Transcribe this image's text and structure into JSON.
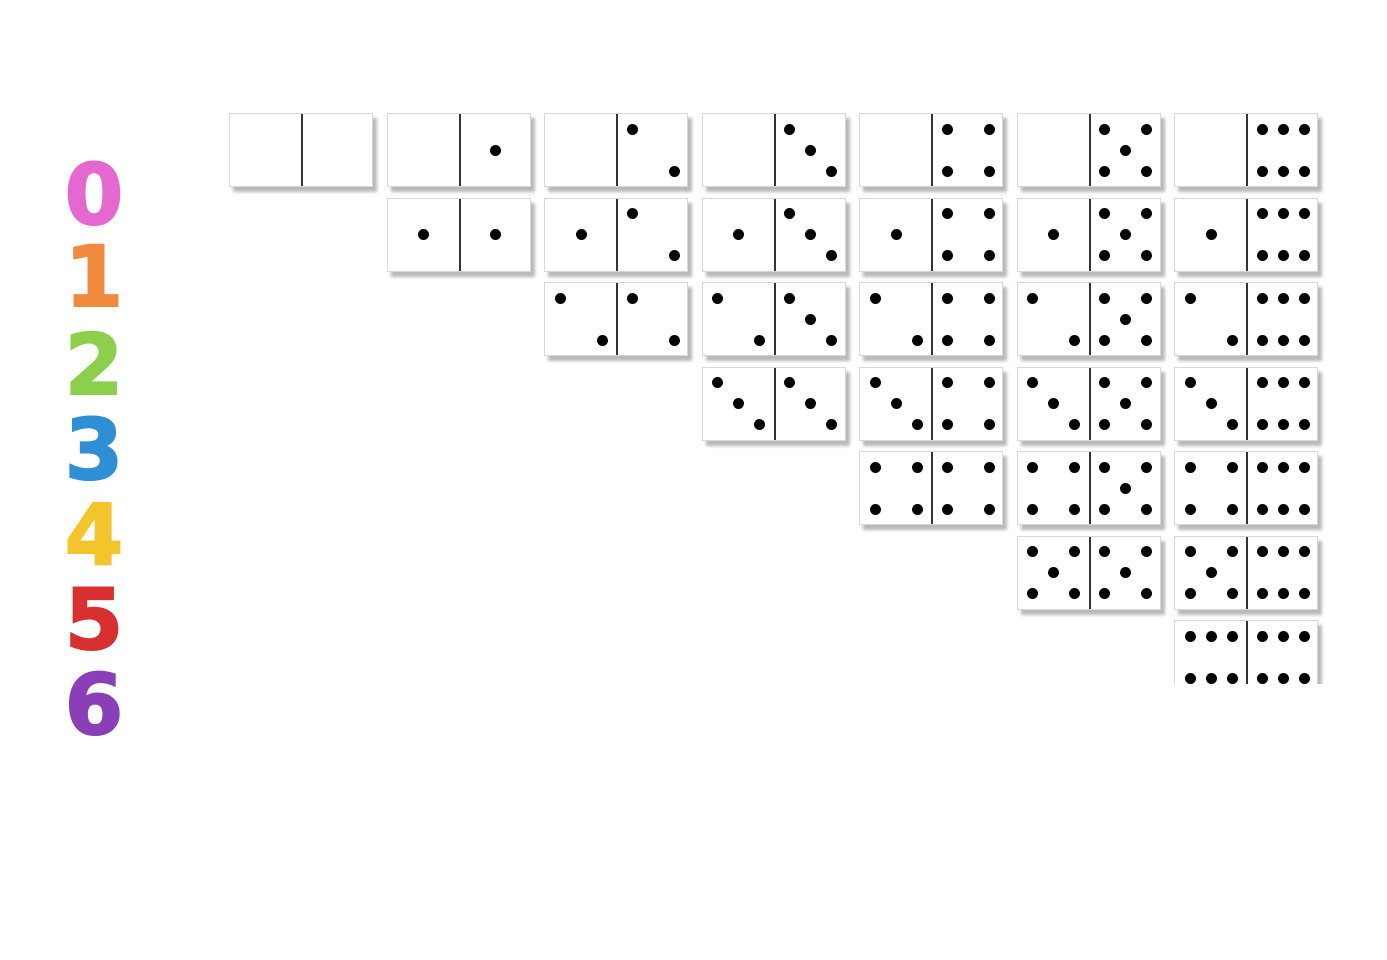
{
  "numbers": [
    {
      "label": "0",
      "color": "#e468d0"
    },
    {
      "label": "1",
      "color": "#f08a3c"
    },
    {
      "label": "2",
      "color": "#8ccf4a"
    },
    {
      "label": "3",
      "color": "#2f8fd6"
    },
    {
      "label": "4",
      "color": "#f3c52a"
    },
    {
      "label": "5",
      "color": "#d83030"
    },
    {
      "label": "6",
      "color": "#8a3fb8"
    }
  ],
  "dominoes": [
    [
      0,
      0
    ],
    [
      0,
      1
    ],
    [
      0,
      2
    ],
    [
      0,
      3
    ],
    [
      0,
      4
    ],
    [
      0,
      5
    ],
    [
      0,
      6
    ],
    [
      1,
      1
    ],
    [
      1,
      2
    ],
    [
      1,
      3
    ],
    [
      1,
      4
    ],
    [
      1,
      5
    ],
    [
      1,
      6
    ],
    [
      2,
      2
    ],
    [
      2,
      3
    ],
    [
      2,
      4
    ],
    [
      2,
      5
    ],
    [
      2,
      6
    ],
    [
      3,
      3
    ],
    [
      3,
      4
    ],
    [
      3,
      5
    ],
    [
      3,
      6
    ],
    [
      4,
      4
    ],
    [
      4,
      5
    ],
    [
      4,
      6
    ],
    [
      5,
      5
    ],
    [
      5,
      6
    ],
    [
      6,
      6
    ]
  ],
  "colors": {
    "pip": "#000000",
    "tile": "#ffffff",
    "shadow": "#b9b9b9"
  }
}
